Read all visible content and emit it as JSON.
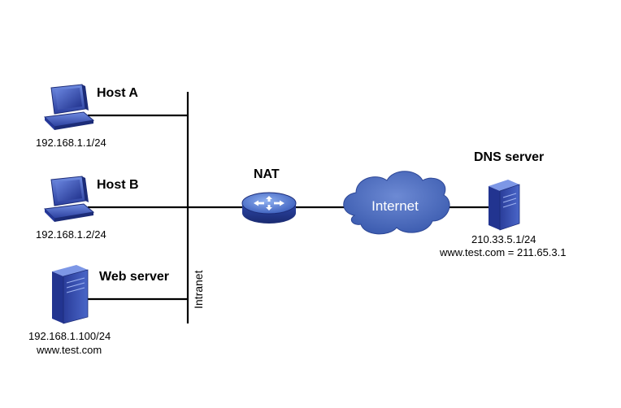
{
  "nodes": {
    "host_a": {
      "name": "Host A",
      "address": "192.168.1.1/24"
    },
    "host_b": {
      "name": "Host B",
      "address": "192.168.1.2/24"
    },
    "web_server": {
      "name": "Web server",
      "address": "192.168.1.100/24",
      "domain": "www.test.com"
    },
    "nat": {
      "name": "NAT"
    },
    "internet": {
      "name": "Internet"
    },
    "dns_server": {
      "name": "DNS server",
      "address": "210.33.5.1/24",
      "record": "www.test.com = 211.65.3.1"
    }
  },
  "segments": {
    "intranet": "Intranet"
  },
  "colors": {
    "device_blue": "#3a55b4",
    "device_dark": "#1c2c78",
    "cloud_blue": "#3e60b2",
    "link": "#000000"
  },
  "icons": {
    "host": "desktop-computer-icon",
    "server": "tower-server-icon",
    "nat": "router-icon",
    "internet": "cloud-icon"
  }
}
